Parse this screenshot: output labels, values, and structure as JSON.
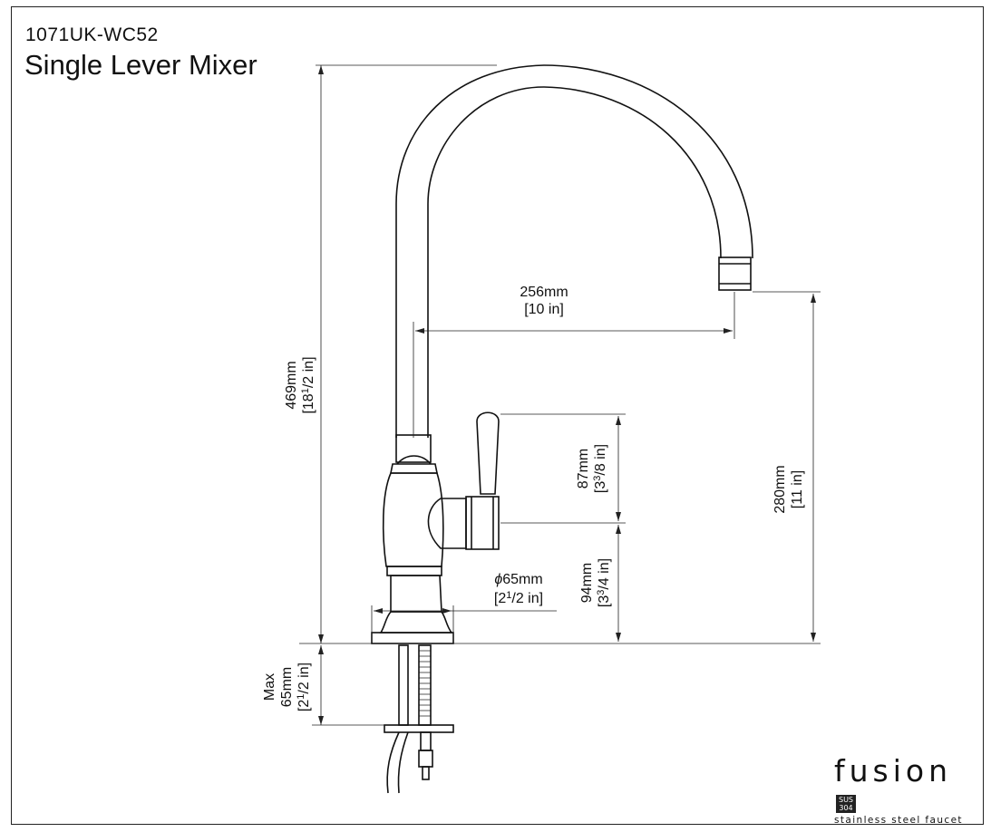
{
  "header": {
    "model_code": "1071UK-WC52",
    "product_name": "Single Lever Mixer"
  },
  "dimensions": {
    "height_total": {
      "mm": "469mm",
      "inch": "[18",
      "sup": "1",
      "frac": "/2 in]"
    },
    "reach": {
      "mm": "256mm",
      "inch": "[10 in]"
    },
    "handle_height": {
      "mm": "87mm",
      "inch": "[3",
      "sup": "3",
      "frac": "/8 in]"
    },
    "handle_base": {
      "mm": "94mm",
      "inch": "[3",
      "sup": "3",
      "frac": "/4 in]"
    },
    "spout_height": {
      "mm": "280mm",
      "inch": "[11 in]"
    },
    "base_diameter": {
      "symbol": "ϕ",
      "mm": "65mm",
      "inch": "[2",
      "sup": "1",
      "frac": "/2 in]"
    },
    "max_thickness": {
      "label": "Max",
      "mm": "65mm",
      "inch": "[2",
      "sup": "1",
      "frac": "/2 in]"
    }
  },
  "brand": {
    "name": "fusion",
    "badge_line1": "SUS",
    "badge_line2": "304",
    "tagline": "stainless steel faucet"
  }
}
